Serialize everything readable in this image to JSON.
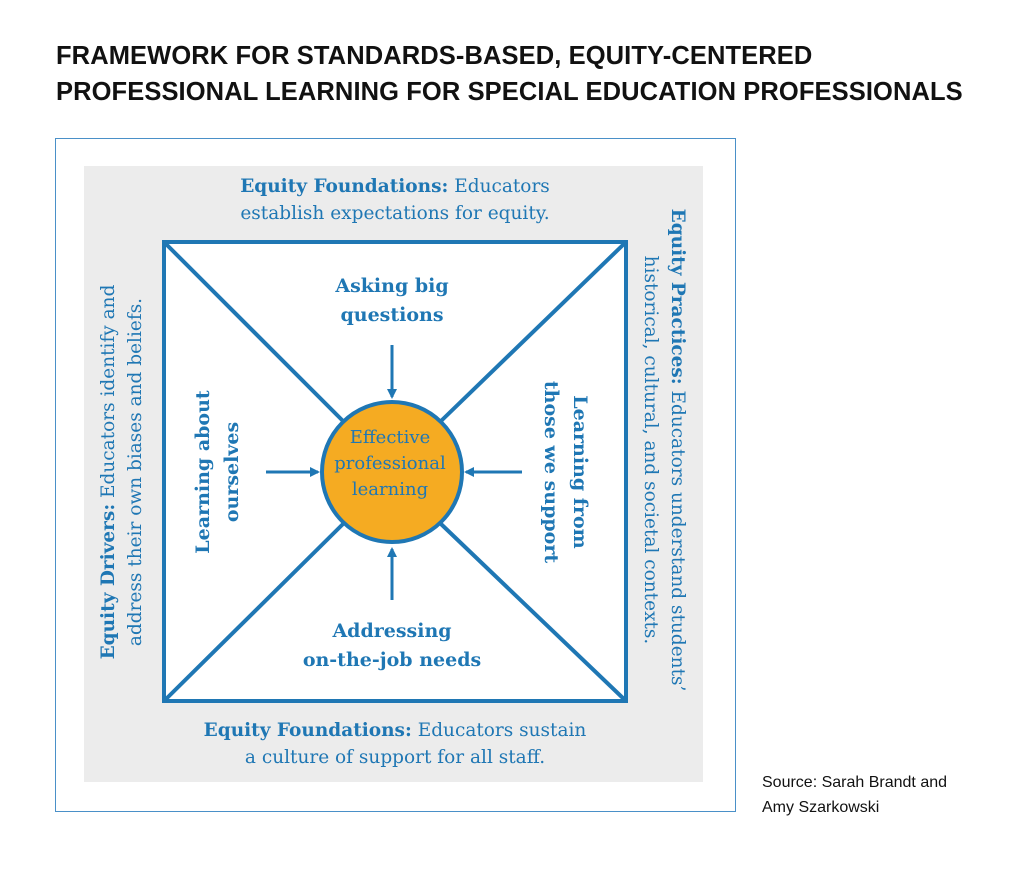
{
  "title": {
    "line1": "FRAMEWORK FOR STANDARDS-BASED, EQUITY-CENTERED",
    "line2": "PROFESSIONAL LEARNING FOR SPECIAL EDUCATION PROFESSIONALS"
  },
  "top_edge": {
    "bold": "Equity Foundations:",
    "line1_rest": " Educators",
    "line2": "establish expectations for equity."
  },
  "bottom_edge": {
    "bold": "Equity Foundations:",
    "line1_rest": " Educators sustain",
    "line2": "a culture of support for all staff."
  },
  "left_edge": {
    "bold": "Equity Drivers:",
    "line1_rest": " Educators identify and",
    "line2": "address their own biases and beliefs."
  },
  "right_edge": {
    "bold": "Equity Practices:",
    "line1_rest": " Educators understand students’",
    "line2": "historical, cultural, and societal contexts."
  },
  "inner": {
    "top": [
      "Asking big",
      "questions"
    ],
    "bottom": [
      "Addressing",
      "on-the-job needs"
    ],
    "left": [
      "Learning about",
      "ourselves"
    ],
    "right": [
      "Learning from",
      "those we support"
    ]
  },
  "center": [
    "Effective",
    "professional",
    "learning"
  ],
  "source": {
    "line1": "Source: Sarah Brandt and",
    "line2": "Amy Szarkowski"
  },
  "colors": {
    "accent_blue": "#1f77b4",
    "center_fill": "#f5ab22",
    "panel_bg": "#ececec"
  }
}
